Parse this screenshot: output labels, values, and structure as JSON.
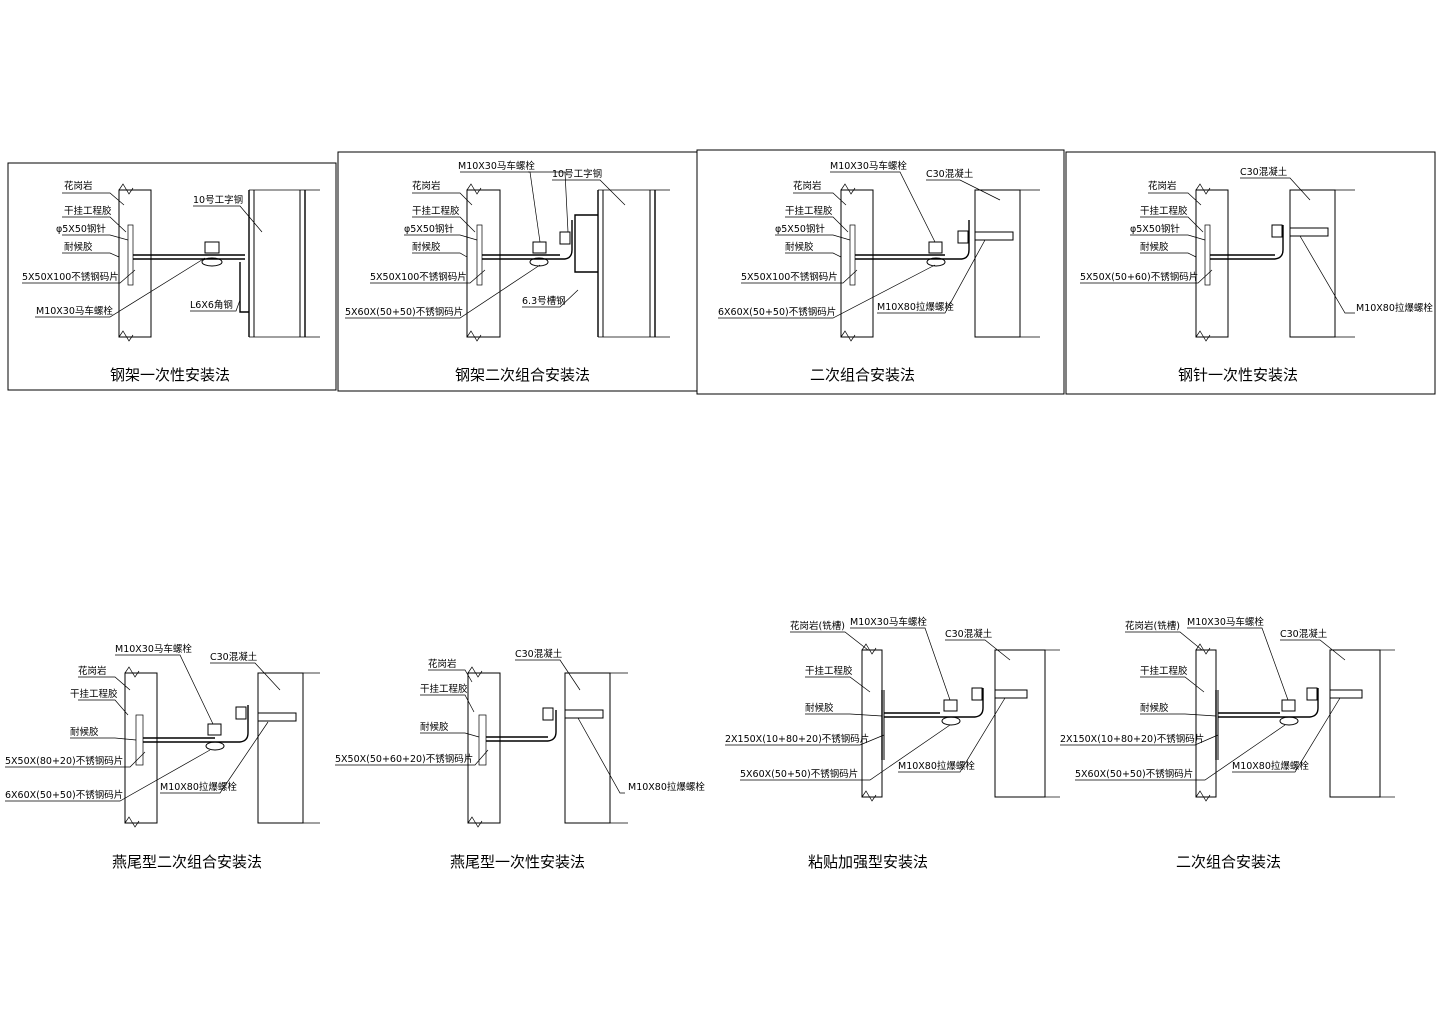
{
  "details": [
    {
      "id": "d1",
      "title": "钢架一次性安装法",
      "labels": [
        "花岗岩",
        "干挂工程胶",
        "φ5X50钢针",
        "耐候胶",
        "5X50X100不锈钢码片",
        "M10X30马车螺栓",
        "10号工字钢",
        "L6X6角钢"
      ]
    },
    {
      "id": "d2",
      "title": "钢架二次组合安装法",
      "labels": [
        "M10X30马车螺栓",
        "10号工字钢",
        "花岗岩",
        "干挂工程胶",
        "φ5X50钢针",
        "耐候胶",
        "5X50X100不锈钢码片",
        "5X60X(50+50)不锈钢码片",
        "6.3号槽钢"
      ]
    },
    {
      "id": "d3",
      "title": "二次组合安装法",
      "labels": [
        "M10X30马车螺栓",
        "C30混凝土",
        "花岗岩",
        "干挂工程胶",
        "φ5X50钢针",
        "耐候胶",
        "5X50X100不锈钢码片",
        "6X60X(50+50)不锈钢码片",
        "M10X80拉爆螺栓"
      ]
    },
    {
      "id": "d4",
      "title": "钢针一次性安装法",
      "labels": [
        "C30混凝土",
        "花岗岩",
        "干挂工程胶",
        "φ5X50钢针",
        "耐候胶",
        "5X50X(50+60)不锈钢码片",
        "M10X80拉爆螺栓"
      ]
    },
    {
      "id": "d5",
      "title": "燕尾型二次组合安装法",
      "labels": [
        "M10X30马车螺栓",
        "C30混凝土",
        "花岗岩",
        "干挂工程胶",
        "耐候胶",
        "5X50X(80+20)不锈钢码片",
        "6X60X(50+50)不锈钢码片",
        "M10X80拉爆螺栓"
      ]
    },
    {
      "id": "d6",
      "title": "燕尾型一次性安装法",
      "labels": [
        "花岗岩",
        "C30混凝土",
        "干挂工程胶",
        "耐候胶",
        "5X50X(50+60+20)不锈钢码片",
        "M10X80拉爆螺栓"
      ]
    },
    {
      "id": "d7",
      "title": "粘贴加强型安装法",
      "labels": [
        "花岗岩(铣槽)",
        "M10X30马车螺栓",
        "C30混凝土",
        "干挂工程胶",
        "耐候胶",
        "2X150X(10+80+20)不锈钢码片",
        "5X60X(50+50)不锈钢码片",
        "M10X80拉爆螺栓"
      ]
    },
    {
      "id": "d8",
      "title": "二次组合安装法",
      "labels": [
        "花岗岩(铣槽)",
        "M10X30马车螺栓",
        "C30混凝土",
        "干挂工程胶",
        "耐候胶",
        "2X150X(10+80+20)不锈钢码片",
        "5X60X(50+50)不锈钢码片",
        "M10X80拉爆螺栓"
      ]
    }
  ]
}
